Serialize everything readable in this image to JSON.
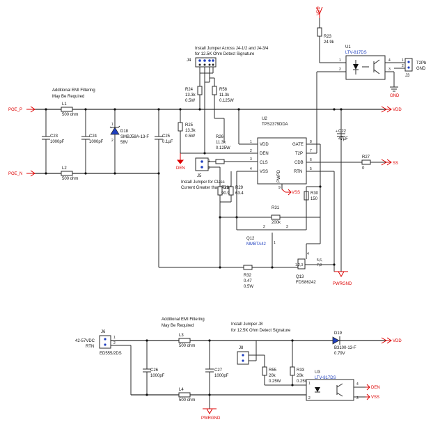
{
  "notes": {
    "emi1": [
      "Additional EMI Filtering",
      "May Be Required"
    ],
    "emi2": [
      "Additional EMI Filtering",
      "May Be Required"
    ],
    "j4note": [
      "Install Jumper Across J4-1/2 and J4-3/4",
      "for 12.5K Ohm Detect Signature"
    ],
    "j5note": [
      "Install Jumper for Class",
      "Current Greater than 40mA"
    ],
    "j8note": [
      "Install Jumper J8",
      "for 12.5K Ohm Detect Signature"
    ]
  },
  "nets": {
    "poe_p": "POE_P",
    "poe_n": "POE_N",
    "vdd": "VDD",
    "vss": "VSS",
    "ss": "SS",
    "den": "DEN",
    "pwrgnd": "PWRGND",
    "gnd": "GND",
    "t2pb": "T2Pb",
    "gnd2": "GND",
    "in_label": [
      "42-57VDC",
      "RTN"
    ]
  },
  "parts": {
    "L1": [
      "L1",
      "500 ohm"
    ],
    "L2": [
      "L2",
      "500 ohm"
    ],
    "C23": [
      "C23",
      "1000pF"
    ],
    "C24": [
      "C24",
      "1000pF"
    ],
    "D18": [
      "D18",
      "SMBJ58A-13-F",
      "58V"
    ],
    "C25": [
      "C25",
      "0.1µF"
    ],
    "R24": [
      "R24",
      "13.3k",
      "0.5W"
    ],
    "R58": [
      "R58",
      "11.3k",
      "0.125W"
    ],
    "R25": [
      "R25",
      "13.3k",
      "0.5W"
    ],
    "R26": [
      "R26",
      "11.3k",
      "0.125W"
    ],
    "J4": "J4",
    "J5": "J5",
    "U2": [
      "U2",
      "TPS2379DDA"
    ],
    "U2pins": [
      "VDD",
      "DEN",
      "CLS",
      "VSS",
      "GATE",
      "T2P",
      "CDB",
      "RTN",
      "PWPD"
    ],
    "R23": [
      "R23",
      "24.9k"
    ],
    "U1": [
      "U1",
      "LTV-817DS"
    ],
    "J3": "J3",
    "C22": [
      "C22",
      "47µF"
    ],
    "R27": [
      "R27",
      "0"
    ],
    "R28": [
      "R28",
      "90.9"
    ],
    "R29": [
      "R29",
      "63.4"
    ],
    "R30": [
      "R30",
      "150"
    ],
    "R31": [
      "R31",
      "200k"
    ],
    "Q12": [
      "Q12",
      "MMBTA42"
    ],
    "Q13": [
      "Q13",
      "FDS86242"
    ],
    "R32": [
      "R32",
      "0.47",
      "0.5W"
    ],
    "J6": [
      "J6",
      "ED555/2DS"
    ],
    "L3": [
      "L3",
      "500 ohm"
    ],
    "L4": [
      "L4",
      "500 ohm"
    ],
    "C26": [
      "C26",
      "1000pF"
    ],
    "C27": [
      "C27",
      "1000pF"
    ],
    "J8": "J8",
    "R55": [
      "R55",
      "20k",
      "0.25W"
    ],
    "R33": [
      "R33",
      "20k",
      "0.25W"
    ],
    "D19": [
      "D19",
      "B3100-13-F",
      "0.79V"
    ],
    "U3": [
      "U3",
      "LTV-817DS"
    ]
  },
  "pin_numbers": {
    "u2_left": [
      "1",
      "2",
      "3",
      "4"
    ],
    "u2_right": [
      "8",
      "7",
      "6",
      "5"
    ],
    "u2_bottom": "9",
    "q13": [
      "4",
      "5,6,",
      "7,8",
      "1,2,3"
    ],
    "q12": [
      "2",
      "1",
      "3"
    ],
    "u1": [
      "1",
      "2",
      "4",
      "3"
    ],
    "u3": [
      "1",
      "2",
      "4",
      "3"
    ],
    "j3": [
      "1",
      "2"
    ],
    "j6": [
      "1",
      "2"
    ],
    "j5": [
      "1",
      "2"
    ],
    "d18": [
      "1",
      "2"
    ],
    "c22": "+"
  }
}
